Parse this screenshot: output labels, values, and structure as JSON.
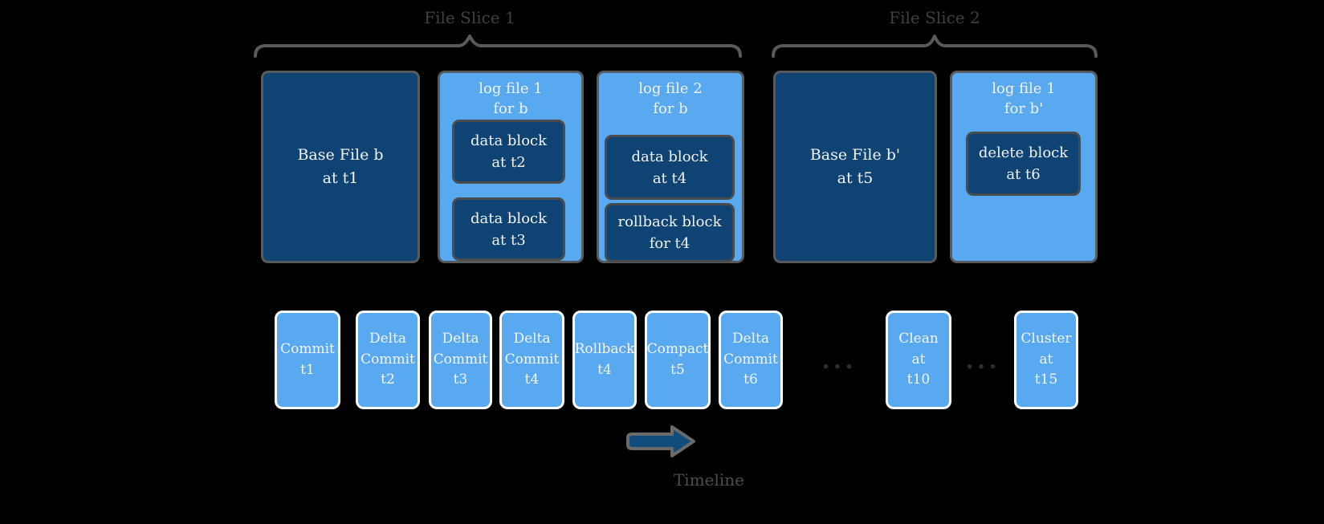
{
  "slices": {
    "slice1": {
      "label": "File Slice 1"
    },
    "slice2": {
      "label": "File Slice 2"
    }
  },
  "files": {
    "base_b": {
      "lines": [
        "Base File b",
        "at t1"
      ]
    },
    "log1_b": {
      "lines": [
        "log file 1",
        "for b"
      ],
      "blocks": [
        {
          "lines": [
            "data block",
            "at t2"
          ]
        },
        {
          "lines": [
            "data block",
            "at t3"
          ]
        }
      ]
    },
    "log2_b": {
      "lines": [
        "log file 2",
        "for b"
      ],
      "blocks": [
        {
          "lines": [
            "data block",
            "at t4"
          ]
        },
        {
          "lines": [
            "rollback block",
            "for t4"
          ]
        }
      ]
    },
    "base_b2": {
      "lines": [
        "Base File b'",
        "at t5"
      ]
    },
    "log1_b2": {
      "lines": [
        "log file 1",
        "for b'"
      ],
      "blocks": [
        {
          "lines": [
            "delete block",
            "at t6"
          ]
        }
      ]
    }
  },
  "timeline": {
    "items": [
      {
        "lines": [
          "Commit",
          "t1"
        ]
      },
      {
        "lines": [
          "Delta",
          "Commit",
          "t2"
        ]
      },
      {
        "lines": [
          "Delta",
          "Commit",
          "t3"
        ]
      },
      {
        "lines": [
          "Delta",
          "Commit",
          "t4"
        ]
      },
      {
        "lines": [
          "Rollback",
          "t4"
        ]
      },
      {
        "lines": [
          "Compact",
          "t5"
        ]
      },
      {
        "lines": [
          "Delta",
          "Commit",
          "t6"
        ]
      },
      {
        "lines": [
          "Clean",
          "at",
          "t10"
        ]
      },
      {
        "lines": [
          "Cluster",
          "at",
          "t15"
        ]
      }
    ],
    "ellipsis": "...",
    "label": "Timeline"
  },
  "colors": {
    "background": "#000000",
    "dark_box": "#0e4373",
    "light_box": "#58a9f0",
    "outer_border": "#595a5c",
    "inner_border": "#4a4b4d",
    "timeline_box_border": "#ffffff",
    "text_white": "#f2f2f2",
    "label_gray": "#3f4043",
    "brace_gray": "#58595b",
    "ellipsis_gray": "#2d2d2d",
    "arrow_fill": "#124c7d",
    "arrow_border": "#6b6b6b"
  }
}
